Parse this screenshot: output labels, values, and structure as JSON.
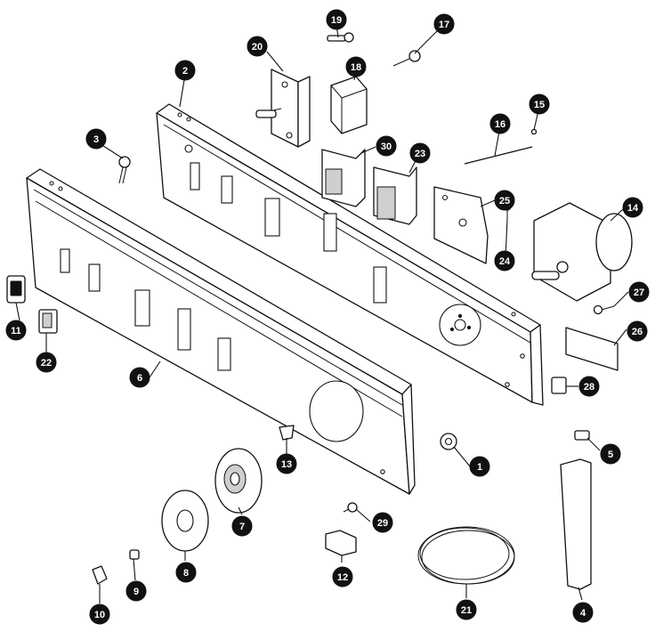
{
  "diagram": {
    "callouts": [
      {
        "id": "c1",
        "label": "1"
      },
      {
        "id": "c2",
        "label": "2"
      },
      {
        "id": "c3",
        "label": "3"
      },
      {
        "id": "c4",
        "label": "4"
      },
      {
        "id": "c5",
        "label": "5"
      },
      {
        "id": "c6",
        "label": "6"
      },
      {
        "id": "c7",
        "label": "7"
      },
      {
        "id": "c8",
        "label": "8"
      },
      {
        "id": "c9",
        "label": "9"
      },
      {
        "id": "c10",
        "label": "10"
      },
      {
        "id": "c11",
        "label": "11"
      },
      {
        "id": "c12",
        "label": "12"
      },
      {
        "id": "c13",
        "label": "13"
      },
      {
        "id": "c14",
        "label": "14"
      },
      {
        "id": "c15",
        "label": "15"
      },
      {
        "id": "c16",
        "label": "16"
      },
      {
        "id": "c17",
        "label": "17"
      },
      {
        "id": "c18",
        "label": "18"
      },
      {
        "id": "c19",
        "label": "19"
      },
      {
        "id": "c20",
        "label": "20"
      },
      {
        "id": "c21",
        "label": "21"
      },
      {
        "id": "c22",
        "label": "22"
      },
      {
        "id": "c23",
        "label": "23"
      },
      {
        "id": "c24",
        "label": "24"
      },
      {
        "id": "c25",
        "label": "25"
      },
      {
        "id": "c26",
        "label": "26"
      },
      {
        "id": "c27",
        "label": "27"
      },
      {
        "id": "c28",
        "label": "28"
      },
      {
        "id": "c29",
        "label": "29"
      },
      {
        "id": "c30",
        "label": "30"
      }
    ]
  }
}
